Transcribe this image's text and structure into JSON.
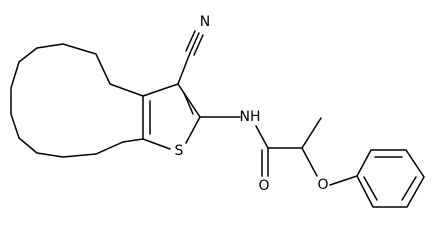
{
  "colors": {
    "background": "#ffffff",
    "ink": "#000000"
  },
  "structure": {
    "atoms": {
      "nitrile_n": "N",
      "thiophene_s": "S",
      "amide_nh": "NH",
      "carbonyl_o": "O",
      "ether_o": "O"
    }
  }
}
